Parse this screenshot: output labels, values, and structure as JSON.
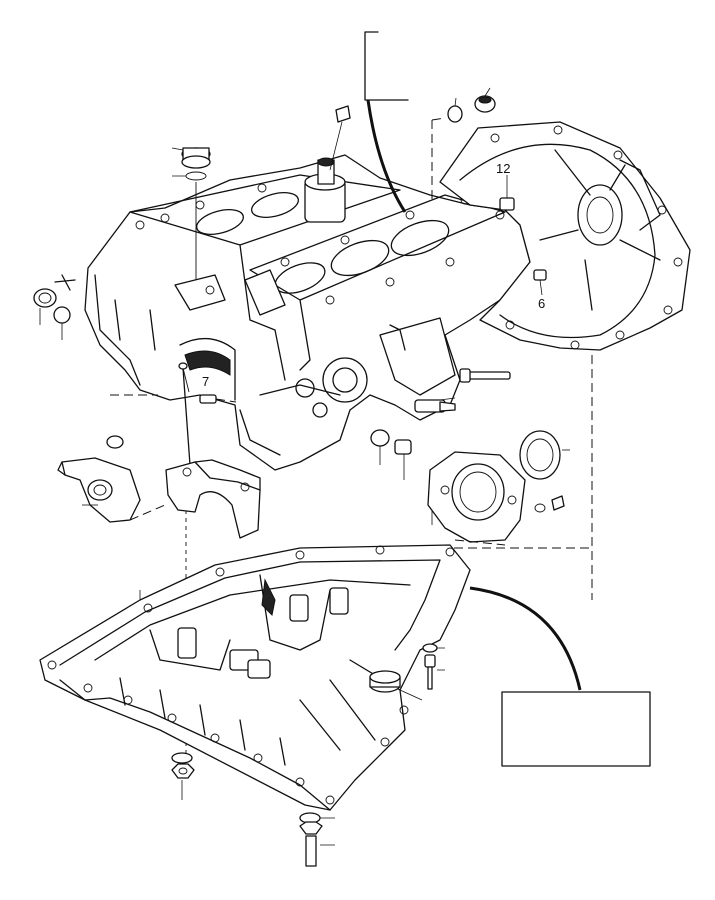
{
  "callouts": {
    "c12": "12",
    "c6": "6",
    "c7": "7"
  }
}
